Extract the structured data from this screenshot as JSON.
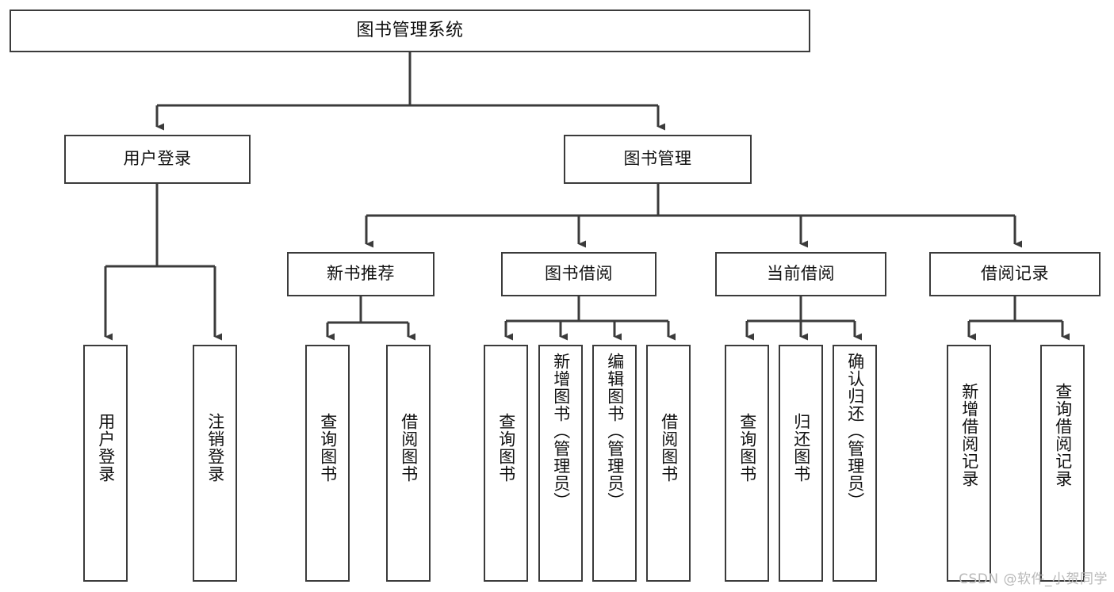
{
  "diagram": {
    "title": "图书管理系统",
    "type": "tree",
    "orientation": "top-down",
    "colors": {
      "background": "#ffffff",
      "box_border": "#3b3b3b",
      "connector": "#3b3b3b",
      "text": "#111111",
      "watermark": "#b8b8b8"
    },
    "root": {
      "label": "图书管理系统"
    },
    "level2": [
      {
        "label": "用户登录"
      },
      {
        "label": "图书管理"
      }
    ],
    "level3": [
      {
        "label": "新书推荐"
      },
      {
        "label": "图书借阅"
      },
      {
        "label": "当前借阅"
      },
      {
        "label": "借阅记录"
      }
    ],
    "leaves": {
      "user_login": [
        {
          "label": "用户登录"
        },
        {
          "label": "注销登录"
        }
      ],
      "new_book_recommend": [
        {
          "label": "查询图书"
        },
        {
          "label": "借阅图书"
        }
      ],
      "book_borrow": [
        {
          "label": "查询图书"
        },
        {
          "label": "新增图书（管理员）"
        },
        {
          "label": "编辑图书（管理员）"
        },
        {
          "label": "借阅图书"
        }
      ],
      "current_borrow": [
        {
          "label": "查询图书"
        },
        {
          "label": "归还图书"
        },
        {
          "label": "确认归还（管理员）"
        }
      ],
      "borrow_record": [
        {
          "label": "新增借阅记录"
        },
        {
          "label": "查询借阅记录"
        }
      ]
    }
  },
  "watermark": {
    "text": "CSDN @软件_小贺同学"
  }
}
